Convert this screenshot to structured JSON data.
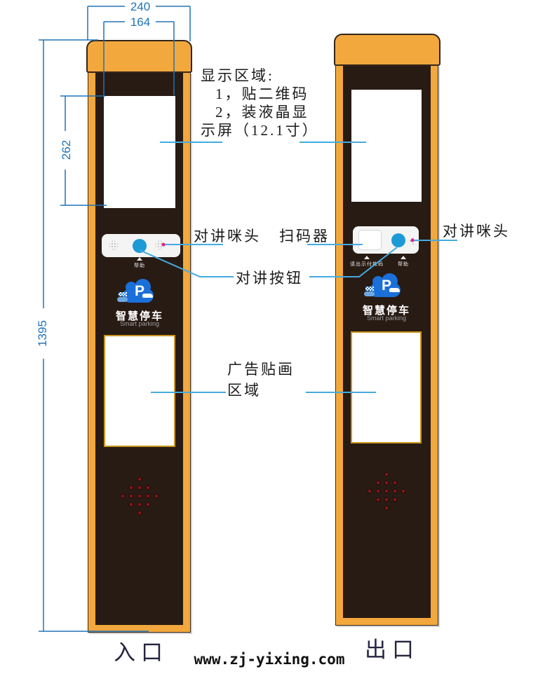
{
  "dimension_labels": {
    "cap_width": "240",
    "screen_width": "164",
    "screen_height": "262",
    "total_height": "1395"
  },
  "callouts": {
    "display_area_lines": [
      "显示区域:",
      "1，贴二维码",
      "2，装液晶显",
      "示屏（12.1寸）"
    ],
    "intercom_mic_left": "对讲咪头",
    "scanner": "扫码器",
    "intercom_button": "对讲按钮",
    "intercom_mic_right": "对讲咪头",
    "ad_area_line1": "广告贴画",
    "ad_area_line2": "区域"
  },
  "kiosk_entrance": {
    "help_label": "帮助",
    "footer_label": "入口",
    "logo": {
      "p_mark": "P",
      "name_cn": "智慧停车",
      "name_en": "Smart parking"
    }
  },
  "kiosk_exit": {
    "payment_label": "请出示付款码",
    "help_label": "帮助",
    "footer_label": "出口",
    "logo": {
      "p_mark": "P",
      "name_cn": "智慧停车",
      "name_en": "Smart parking"
    }
  },
  "footer": {
    "website": "www.zj-yixing.com"
  },
  "icons": {
    "intercom_mic": "speaker-grid-diamond",
    "intercom_button": "blue-circle-button",
    "scanner_window": "white-scan-window",
    "help_pointer": "triangle-up",
    "logo": "blue-cloud-with-P-and-car",
    "speaker_holes": "red-dot-diamond-matrix"
  },
  "colors": {
    "kiosk_orange": "#F2A83D",
    "kiosk_body_dark": "#281B14",
    "dimension_blue": "#2073B8",
    "callout_cyan": "#45AADF",
    "button_blue": "#1C9AD6",
    "logo_blue": "#1B6FD8",
    "ad_border_gold": "#C8961E",
    "speaker_dot_red": "#8B1A1A",
    "anchor_magenta": "#E0218A"
  }
}
